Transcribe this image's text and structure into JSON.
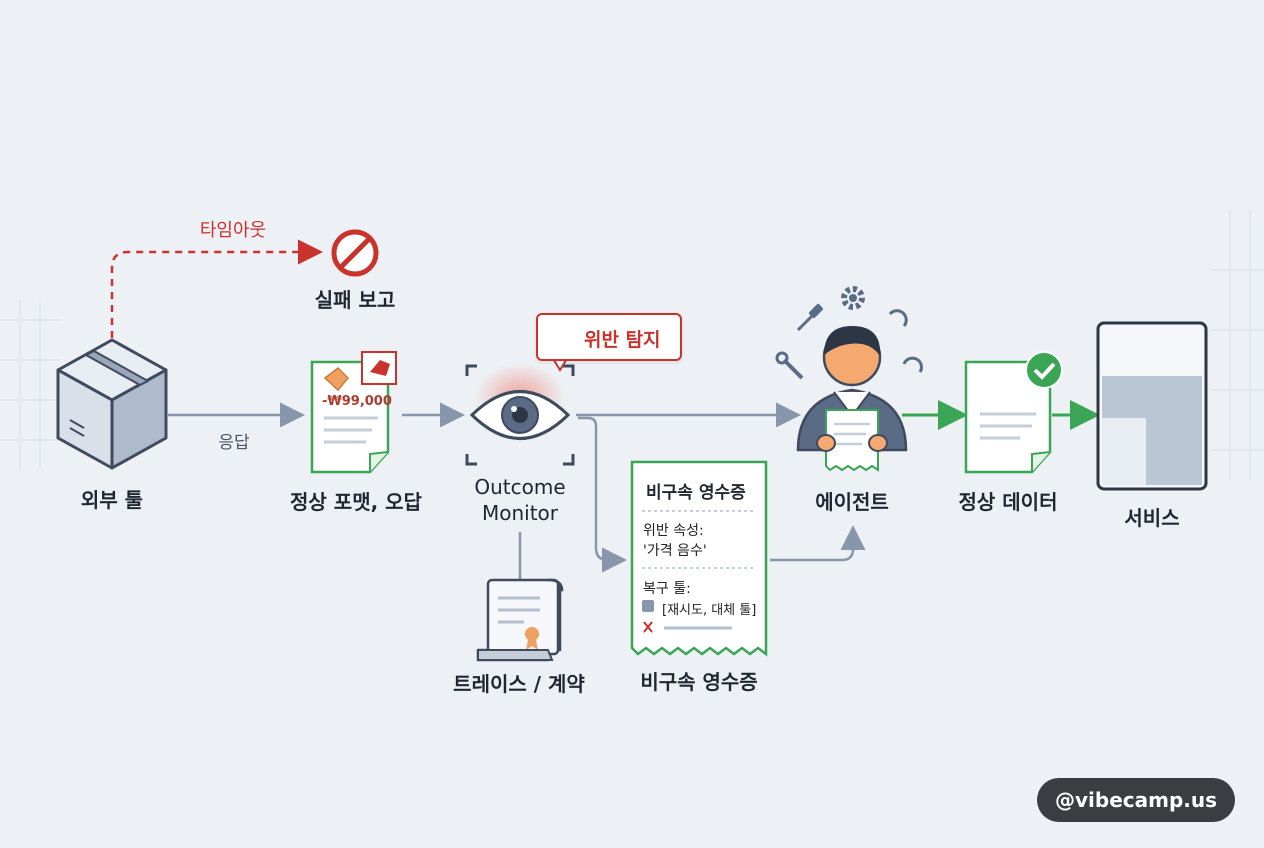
{
  "labels": {
    "timeout": "타임아웃",
    "fail_report": "실패 보고",
    "external_tool": "외부 툴",
    "response": "응답",
    "normal_format_wrong": "정상 포맷, 오답",
    "outcome_monitor": "Outcome\nMonitor",
    "violation_detected": "위반 탐지",
    "trace_contract": "트레이스 / 계약",
    "receipt_caption": "비구속 영수증",
    "agent": "에이전트",
    "normal_data": "정상 데이터",
    "service": "서비스"
  },
  "price_tag": "-₩99,000",
  "receipt": {
    "title": "비구속 영수증",
    "violation_label": "위반 속성:",
    "violation_value": "'가격 음수'",
    "recovery_label": "복구 툴:",
    "recovery_value": "[재시도, 대체 툴]"
  },
  "watermark": "@vibecamp.us",
  "colors": {
    "error_red": "#c9332b",
    "success_green": "#3aa655",
    "arrow_gray": "#8796aa",
    "box_blue": "#5a6b85",
    "accent_orange": "#f0a060"
  },
  "icons": [
    "box-icon",
    "prohibited-icon",
    "document-icon",
    "price-tag-icon",
    "eye-icon",
    "warning-icon",
    "scroll-icon",
    "receipt-icon",
    "agent-person-icon",
    "gear-icon",
    "wrench-icon",
    "screwdriver-icon",
    "refresh-icon",
    "check-icon",
    "service-window-icon"
  ]
}
